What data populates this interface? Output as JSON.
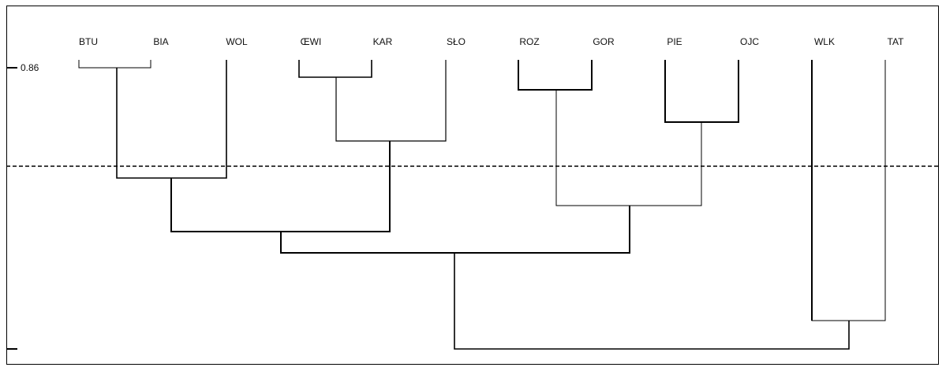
{
  "dendrogram": {
    "leaves": [
      "BTU",
      "BIA",
      "WOL",
      "ŒWI",
      "KAR",
      "SŁO",
      "ROZ",
      "GOR",
      "PIE",
      "OJC",
      "WLK",
      "TAT"
    ],
    "axis": {
      "tick_label": "0.86"
    },
    "cutoff_line": {
      "style": "dashed",
      "color": "#000000"
    },
    "colors": {
      "line": "#000000",
      "background": "#ffffff"
    }
  }
}
